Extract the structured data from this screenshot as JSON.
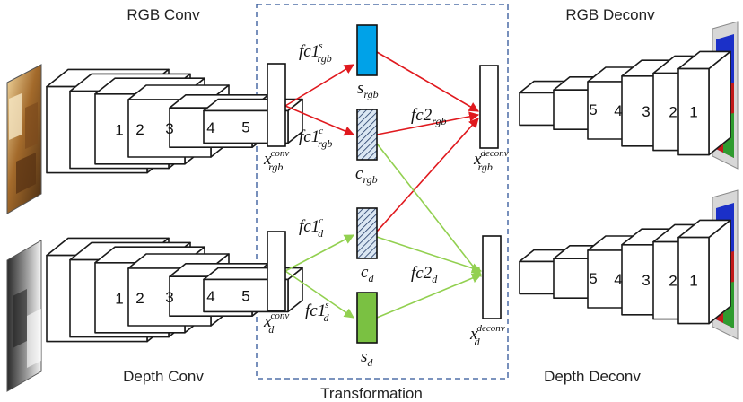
{
  "titles": {
    "rgb_conv": "RGB Conv",
    "depth_conv": "Depth Conv",
    "rgb_deconv": "RGB Deconv",
    "depth_deconv": "Depth Deconv",
    "transformation": "Transformation"
  },
  "layer_numbers": {
    "rgb_conv": [
      "1",
      "2",
      "3",
      "4",
      "5"
    ],
    "depth_conv": [
      "1",
      "2",
      "3",
      "4",
      "5"
    ],
    "rgb_deconv": [
      "5",
      "4",
      "3",
      "2",
      "1"
    ],
    "depth_deconv": [
      "5",
      "4",
      "3",
      "2",
      "1"
    ]
  },
  "math": {
    "fc1s_rgb": {
      "base": "fc1",
      "sup": "s",
      "sub": "rgb"
    },
    "fc1c_rgb": {
      "base": "fc1",
      "sup": "c",
      "sub": "rgb"
    },
    "fc2_rgb": {
      "base": "fc2",
      "sub": "rgb"
    },
    "fc1c_d": {
      "base": "fc1",
      "sup": "c",
      "sub": "d"
    },
    "fc1s_d": {
      "base": "fc1",
      "sup": "s",
      "sub": "d"
    },
    "fc2_d": {
      "base": "fc2",
      "sub": "d"
    },
    "x_rgb_conv": {
      "base": "x",
      "sup": "conv",
      "sub": "rgb"
    },
    "x_d_conv": {
      "base": "x",
      "sup": "conv",
      "sub": "d"
    },
    "s_rgb": {
      "base": "s",
      "sub": "rgb"
    },
    "c_rgb": {
      "base": "c",
      "sub": "rgb"
    },
    "c_d": {
      "base": "c",
      "sub": "d"
    },
    "s_d": {
      "base": "s",
      "sub": "d"
    },
    "x_rgb_deconv": {
      "base": "x",
      "sup": "deconv",
      "sub": "rgb"
    },
    "x_d_deconv": {
      "base": "x",
      "sup": "deconv",
      "sub": "d"
    }
  },
  "colors": {
    "red_arrow": "#e0191e",
    "green_arrow": "#92d050",
    "s_rgb_fill": "#00a2e8",
    "s_d_fill": "#7ac142",
    "c_hatch": "#1f3864",
    "c_fill": "#dbe7f3",
    "box_border": "#2f5597"
  },
  "icons": {
    "rgb_input": "indoor-rgb-photo",
    "depth_input": "grayscale-depth-map",
    "rgb_output": "semantic-segmentation-map",
    "depth_output": "semantic-segmentation-map"
  }
}
